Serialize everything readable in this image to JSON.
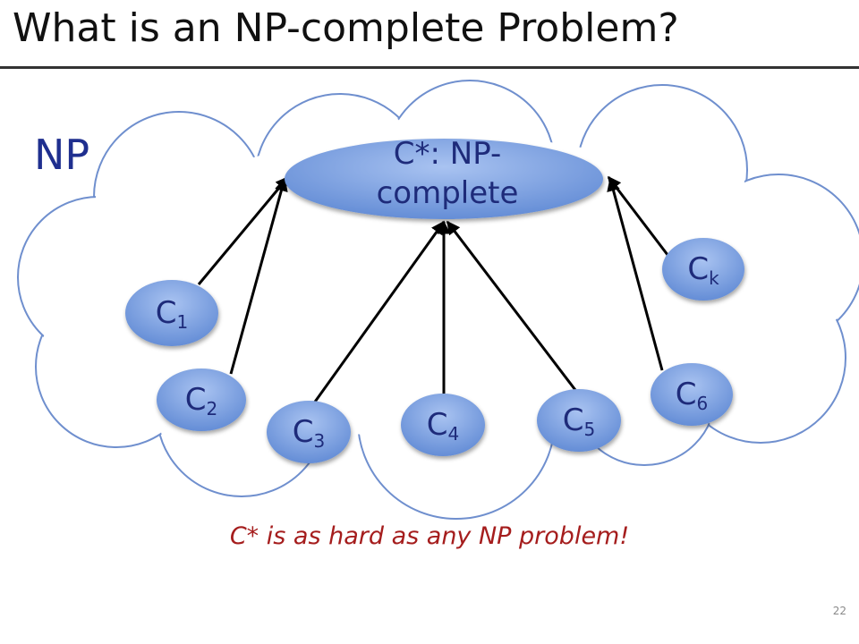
{
  "slide": {
    "title": "What is an NP-complete Problem?",
    "page_number": "22"
  },
  "diagram": {
    "region_label": "NP",
    "center_node": {
      "line1": "C*: NP-",
      "line2": "complete"
    },
    "nodes": [
      {
        "base": "C",
        "sub": "1"
      },
      {
        "base": "C",
        "sub": "2"
      },
      {
        "base": "C",
        "sub": "3"
      },
      {
        "base": "C",
        "sub": "4"
      },
      {
        "base": "C",
        "sub": "5"
      },
      {
        "base": "C",
        "sub": "6"
      },
      {
        "base": "C",
        "sub": "k"
      }
    ],
    "caption": "C* is as hard as any NP problem!"
  },
  "colors": {
    "node_fill": "#6f98dc",
    "node_text": "#1e2b7a",
    "np_label": "#1f2f8f",
    "caption": "#a51d1d",
    "cloud_stroke": "#6f8fce"
  }
}
